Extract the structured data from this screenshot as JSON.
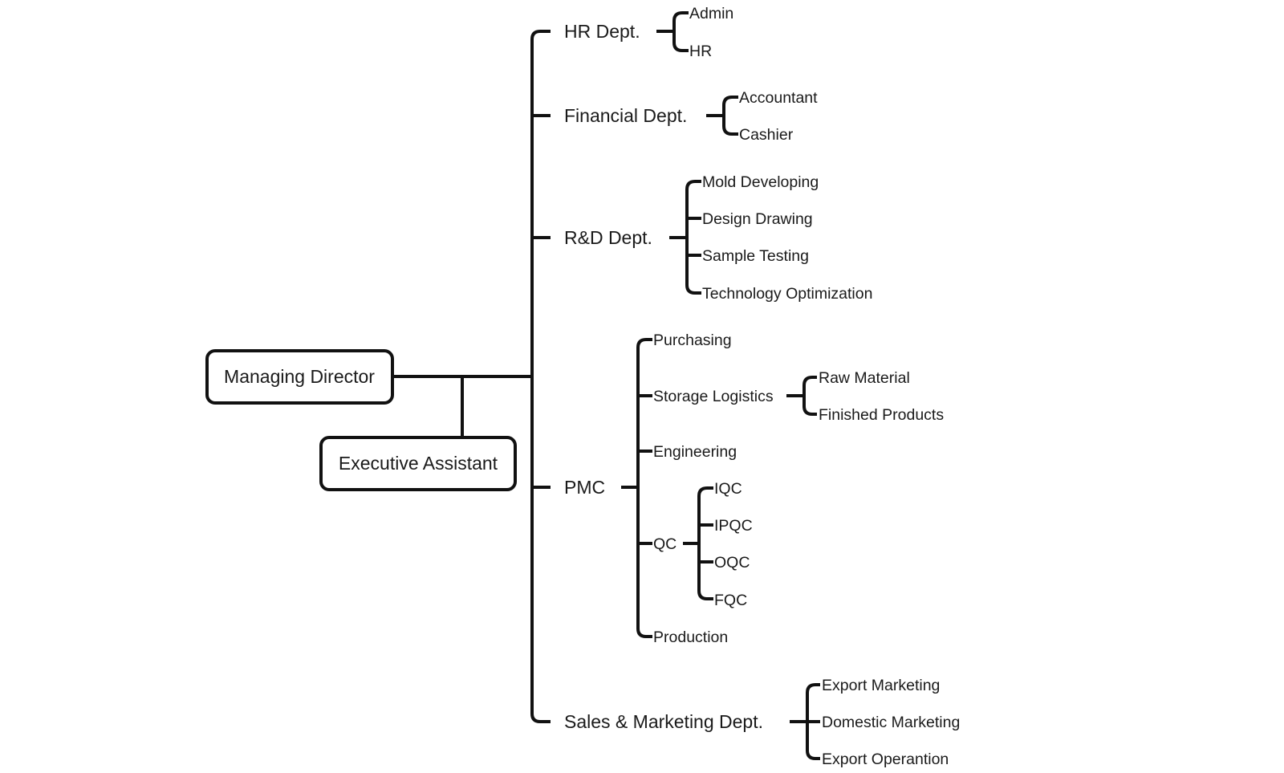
{
  "root": {
    "label": "Managing Director"
  },
  "assistant": {
    "label": "Executive Assistant"
  },
  "departments": [
    {
      "label": "HR Dept.",
      "children": [
        {
          "label": "Admin"
        },
        {
          "label": "HR"
        }
      ]
    },
    {
      "label": "Financial Dept.",
      "children": [
        {
          "label": "Accountant"
        },
        {
          "label": "Cashier"
        }
      ]
    },
    {
      "label": "R&D Dept.",
      "children": [
        {
          "label": "Mold Developing"
        },
        {
          "label": "Design Drawing"
        },
        {
          "label": "Sample Testing"
        },
        {
          "label": "Technology Optimization"
        }
      ]
    },
    {
      "label": "PMC",
      "children": [
        {
          "label": "Purchasing"
        },
        {
          "label": "Storage Logistics",
          "children": [
            {
              "label": "Raw Material"
            },
            {
              "label": "Finished Products"
            }
          ]
        },
        {
          "label": "Engineering"
        },
        {
          "label": "QC",
          "children": [
            {
              "label": "IQC"
            },
            {
              "label": "IPQC"
            },
            {
              "label": "OQC"
            },
            {
              "label": "FQC"
            }
          ]
        },
        {
          "label": "Production"
        }
      ]
    },
    {
      "label": "Sales & Marketing Dept.",
      "children": [
        {
          "label": "Export Marketing"
        },
        {
          "label": "Domestic Marketing"
        },
        {
          "label": "Export Operantion"
        }
      ]
    }
  ]
}
